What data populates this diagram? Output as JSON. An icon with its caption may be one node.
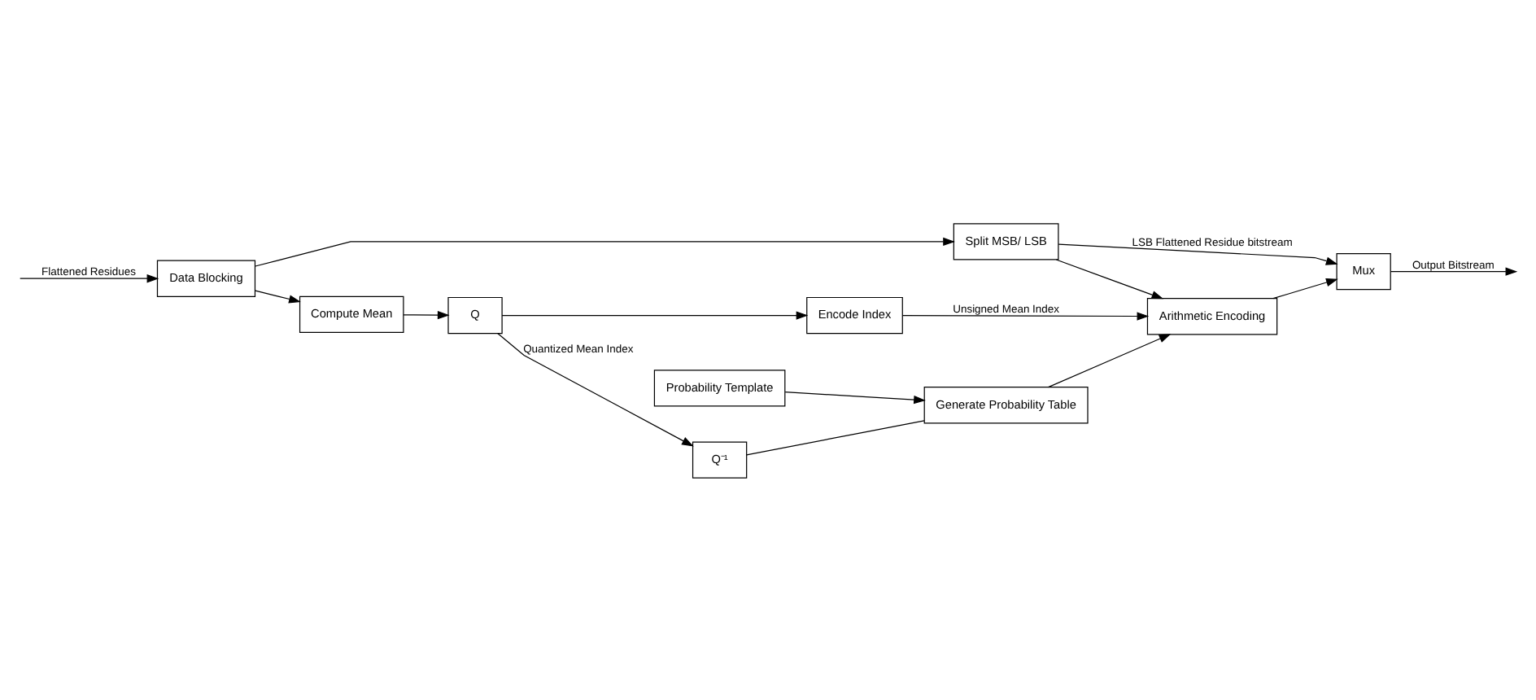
{
  "diagram": {
    "nodes": [
      {
        "text": [
          "Data Blocking"
        ]
      },
      {
        "text": [
          "Split MSB/ LSB"
        ]
      },
      {
        "text": [
          "Mux"
        ]
      },
      {
        "text": [
          "Arithmetic Encoding"
        ]
      },
      {
        "text": [
          "Compute Mean"
        ]
      },
      {
        "text": [
          "Encode Index"
        ]
      },
      {
        "text": [
          "Q"
        ]
      },
      {
        "text": [
          "Q⁻¹"
        ]
      },
      {
        "text": [
          "Generate Probability Table"
        ]
      },
      {
        "text": [
          "Probability Template"
        ]
      }
    ],
    "edges": [
      {
        "from": null,
        "to": 0,
        "arrow": "to",
        "label": "Flattened Residues"
      },
      {
        "from": 0,
        "to": 1,
        "arrow": "to"
      },
      {
        "from": 0,
        "to": 4,
        "arrow": "to"
      },
      {
        "from": 1,
        "to": 2,
        "arrow": "to",
        "label": "LSB Flattened Residue bitstream"
      },
      {
        "from": 1,
        "to": 3,
        "arrow": "to"
      },
      {
        "from": 3,
        "to": 2,
        "arrow": "to"
      },
      {
        "from": 2,
        "to": null,
        "arrow": "to",
        "label": "Output Bitstream"
      },
      {
        "from": 4,
        "to": 6,
        "arrow": "to"
      },
      {
        "from": 6,
        "to": 5,
        "arrow": "to"
      },
      {
        "from": 6,
        "to": 7,
        "arrow": "to",
        "label": "Quantized Mean Index"
      },
      {
        "from": 5,
        "to": 3,
        "arrow": "to",
        "label": "Unsigned Mean Index"
      },
      {
        "from": 7,
        "to": 8,
        "arrow": "none"
      },
      {
        "from": 8,
        "to": 3,
        "arrow": "to"
      },
      {
        "from": 9,
        "to": 8,
        "arrow": "to"
      }
    ]
  }
}
